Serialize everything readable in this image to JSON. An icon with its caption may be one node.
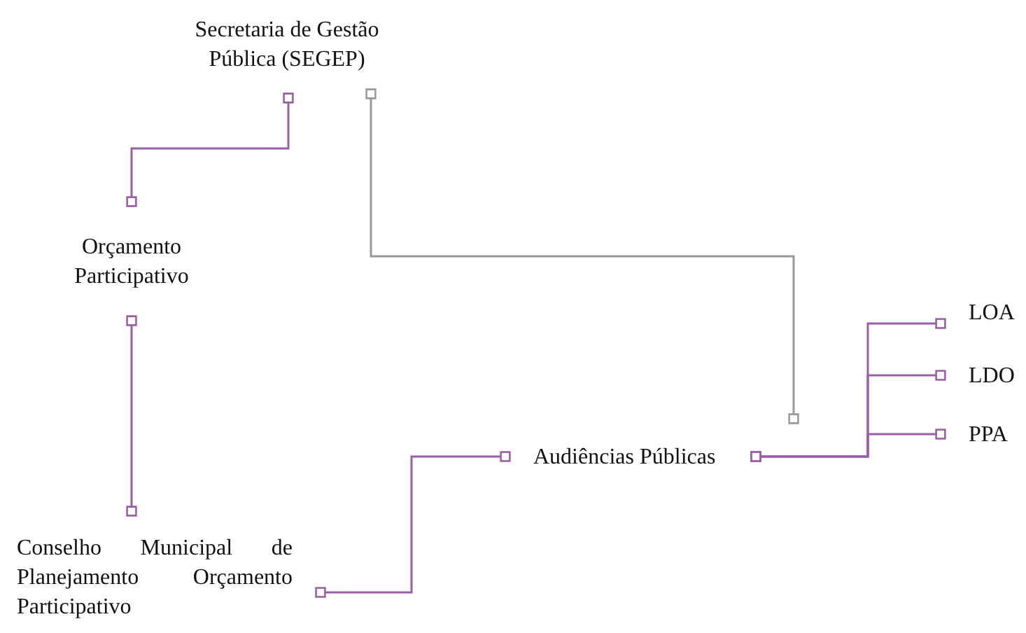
{
  "diagram": {
    "nodes": [
      {
        "text": [
          "Secretaria de Gestão Pública (SEGEP)"
        ]
      },
      {
        "text": [
          "Orçamento Participativo"
        ]
      },
      {
        "text": [
          "Conselho Municipal de Planejamento Orçamento Participativo"
        ]
      },
      {
        "text": [
          "Audiências Públicas"
        ]
      },
      {
        "text": [
          "LOA"
        ]
      },
      {
        "text": [
          "LDO"
        ]
      },
      {
        "text": [
          "PPA"
        ]
      }
    ],
    "edges": [
      {
        "from": 0,
        "to": 1,
        "arrow": "other"
      },
      {
        "from": 0,
        "to": 3,
        "arrow": "other",
        "color": "#999999"
      },
      {
        "from": 1,
        "to": 2,
        "arrow": "other"
      },
      {
        "from": 2,
        "to": 3,
        "arrow": "other"
      },
      {
        "from": 3,
        "to": 4,
        "arrow": "other"
      },
      {
        "from": 3,
        "to": 5,
        "arrow": "other"
      },
      {
        "from": 3,
        "to": 6,
        "arrow": "other"
      }
    ]
  }
}
